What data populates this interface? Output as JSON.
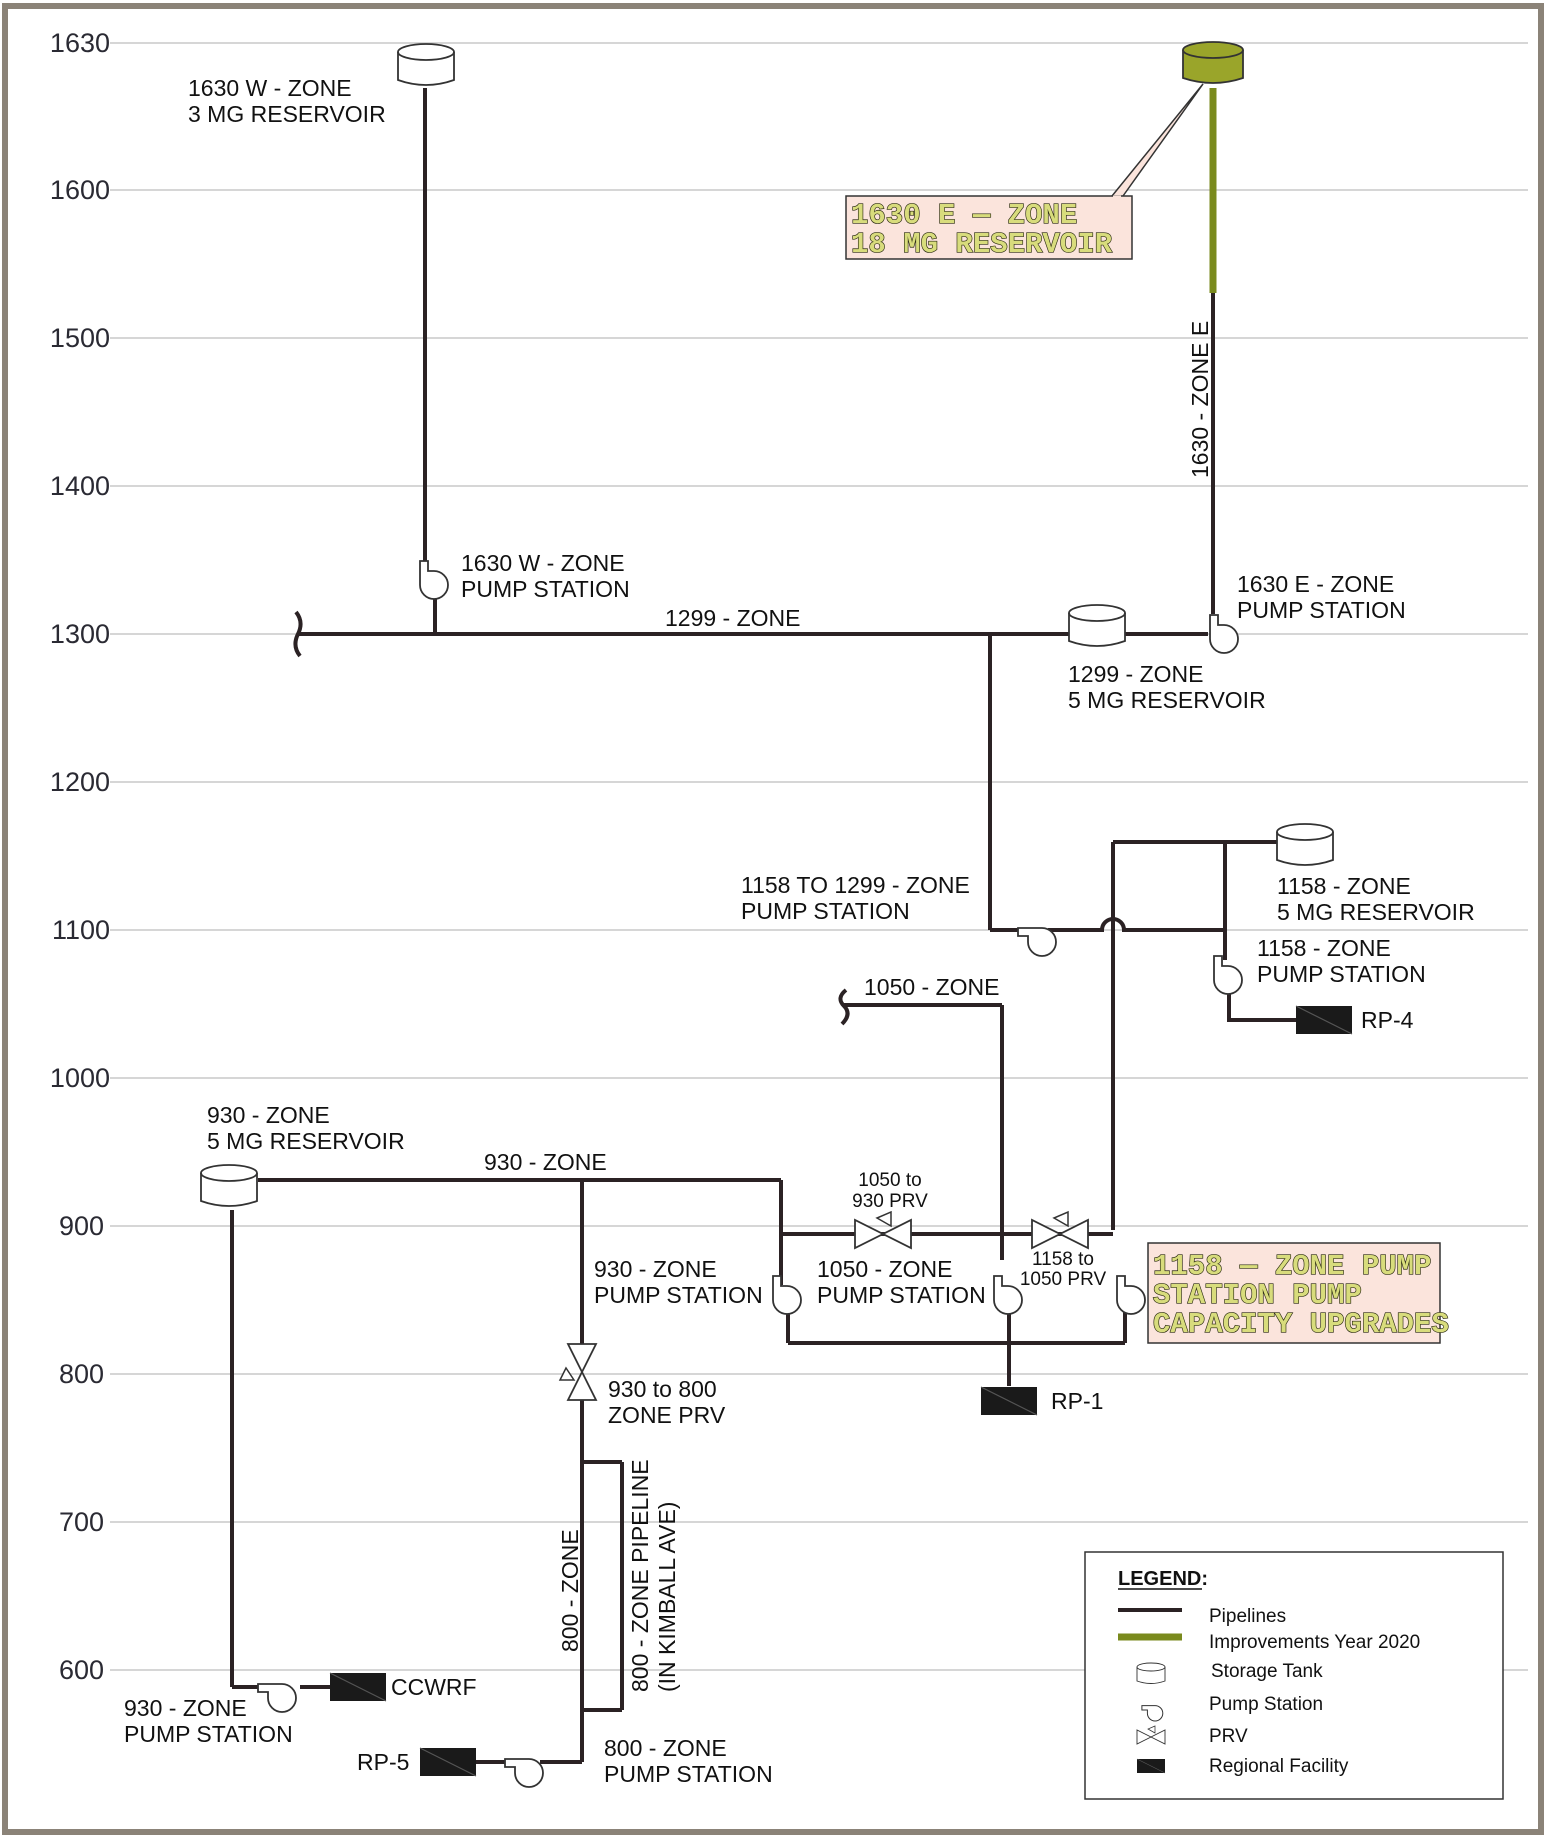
{
  "elevation_axis": [
    "1630",
    "1600",
    "1500",
    "1400",
    "1300",
    "1200",
    "1100",
    "1000",
    "900",
    "800",
    "700",
    "600"
  ],
  "reservoirs": {
    "r1630w": [
      "1630 W - ZONE",
      "3 MG RESERVOIR"
    ],
    "r1299": [
      "1299 - ZONE",
      "5 MG RESERVOIR"
    ],
    "r1158": [
      "1158 - ZONE",
      "5 MG RESERVOIR"
    ],
    "r930": [
      "930 - ZONE",
      "5 MG RESERVOIR"
    ]
  },
  "highlights": {
    "r1630e": [
      "1630  E  —  ZONE",
      "18  MG  RESERVOIR"
    ],
    "upgrade_1158": [
      "1158  —  ZONE  PUMP",
      "STATION  PUMP",
      "CAPACITY  UPGRADES"
    ]
  },
  "pump_stations": {
    "p1630w": [
      "1630 W - ZONE",
      "PUMP STATION"
    ],
    "p1630e": [
      "1630 E - ZONE",
      "PUMP STATION"
    ],
    "p1158to1299": [
      "1158 TO 1299 - ZONE",
      "PUMP STATION"
    ],
    "p1158": [
      "1158 - ZONE",
      "PUMP STATION"
    ],
    "p930": [
      "930 - ZONE",
      "PUMP STATION"
    ],
    "p1050": [
      "1050 - ZONE",
      "PUMP STATION"
    ],
    "p930_ccwrf": [
      "930 - ZONE",
      "PUMP STATION"
    ],
    "p800": [
      "800 - ZONE",
      "PUMP STATION"
    ]
  },
  "zones": {
    "z1299": "1299 - ZONE",
    "z1630e": "1630 - ZONE E",
    "z1050": "1050 - ZONE",
    "z930": "930 - ZONE",
    "z800": "800 - ZONE",
    "z800_pipeline": [
      "800 - ZONE PIPELINE",
      "(IN KIMBALL AVE)"
    ]
  },
  "prvs": {
    "prv1050_930": [
      "1050 to",
      "930 PRV"
    ],
    "prv1158_1050": [
      "1158 to",
      "1050 PRV"
    ],
    "prv930_800": [
      "930 to 800",
      "ZONE PRV"
    ]
  },
  "facilities": {
    "rp4": "RP-4",
    "rp1": "RP-1",
    "rp5": "RP-5",
    "ccwrf": "CCWRF"
  },
  "legend": {
    "title": "LEGEND:",
    "items": [
      "Pipelines",
      "Improvements Year 2020",
      "Storage Tank",
      "Pump Station",
      "PRV",
      "Regional Facility"
    ]
  },
  "colors": {
    "pipe": "#2b2224",
    "improvement": "#7a8a1d",
    "improvement_tank": "#9aa52a",
    "highlight_box": "#fbe4dc",
    "frame": "#8b8378"
  }
}
